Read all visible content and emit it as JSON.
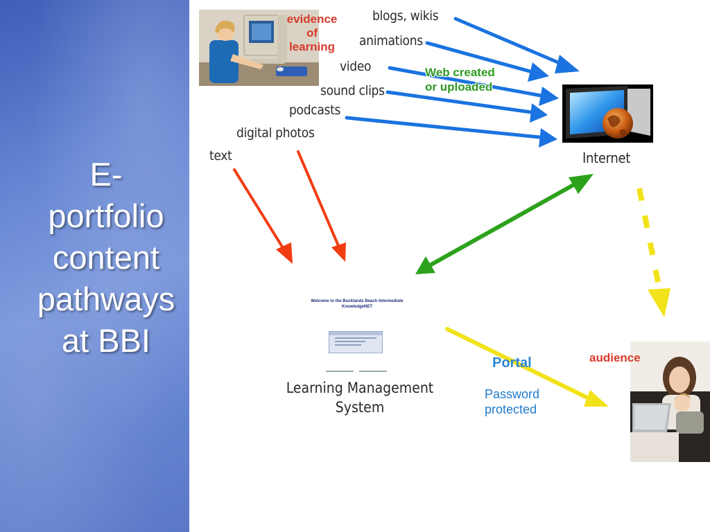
{
  "slide": {
    "title_lines": [
      "E-",
      "portfolio",
      "content",
      "pathways",
      "at BBI"
    ]
  },
  "diagram": {
    "content_types": [
      "blogs, wikis",
      "animations",
      "video",
      "sound clips",
      "podcasts",
      "digital photos",
      "text"
    ],
    "evidence_label": [
      "evidence",
      "of",
      "learning"
    ],
    "web_label": [
      "Web created",
      "or uploaded"
    ],
    "internet_label": "Internet",
    "lms_label": [
      "Learning Management",
      "System"
    ],
    "lms_screen": {
      "welcome": [
        "Welcome to the Bucklands Beach Intermediate",
        "KnowledgeNET"
      ]
    },
    "portal_label": "Portal",
    "password_label": [
      "Password",
      "protected"
    ],
    "audience_label": "audience"
  },
  "colors": {
    "blue_arrow": "#1a73e0",
    "red_arrow": "#f23c12",
    "green_arrow": "#2ca21b",
    "yellow_arrow": "#f2e21a",
    "side_panel": "#6483cf"
  },
  "icons": {
    "internet": "monitor-globe-icon",
    "student_photo": "student-computer-photo",
    "audience_photo": "woman-child-laptop-photo"
  }
}
